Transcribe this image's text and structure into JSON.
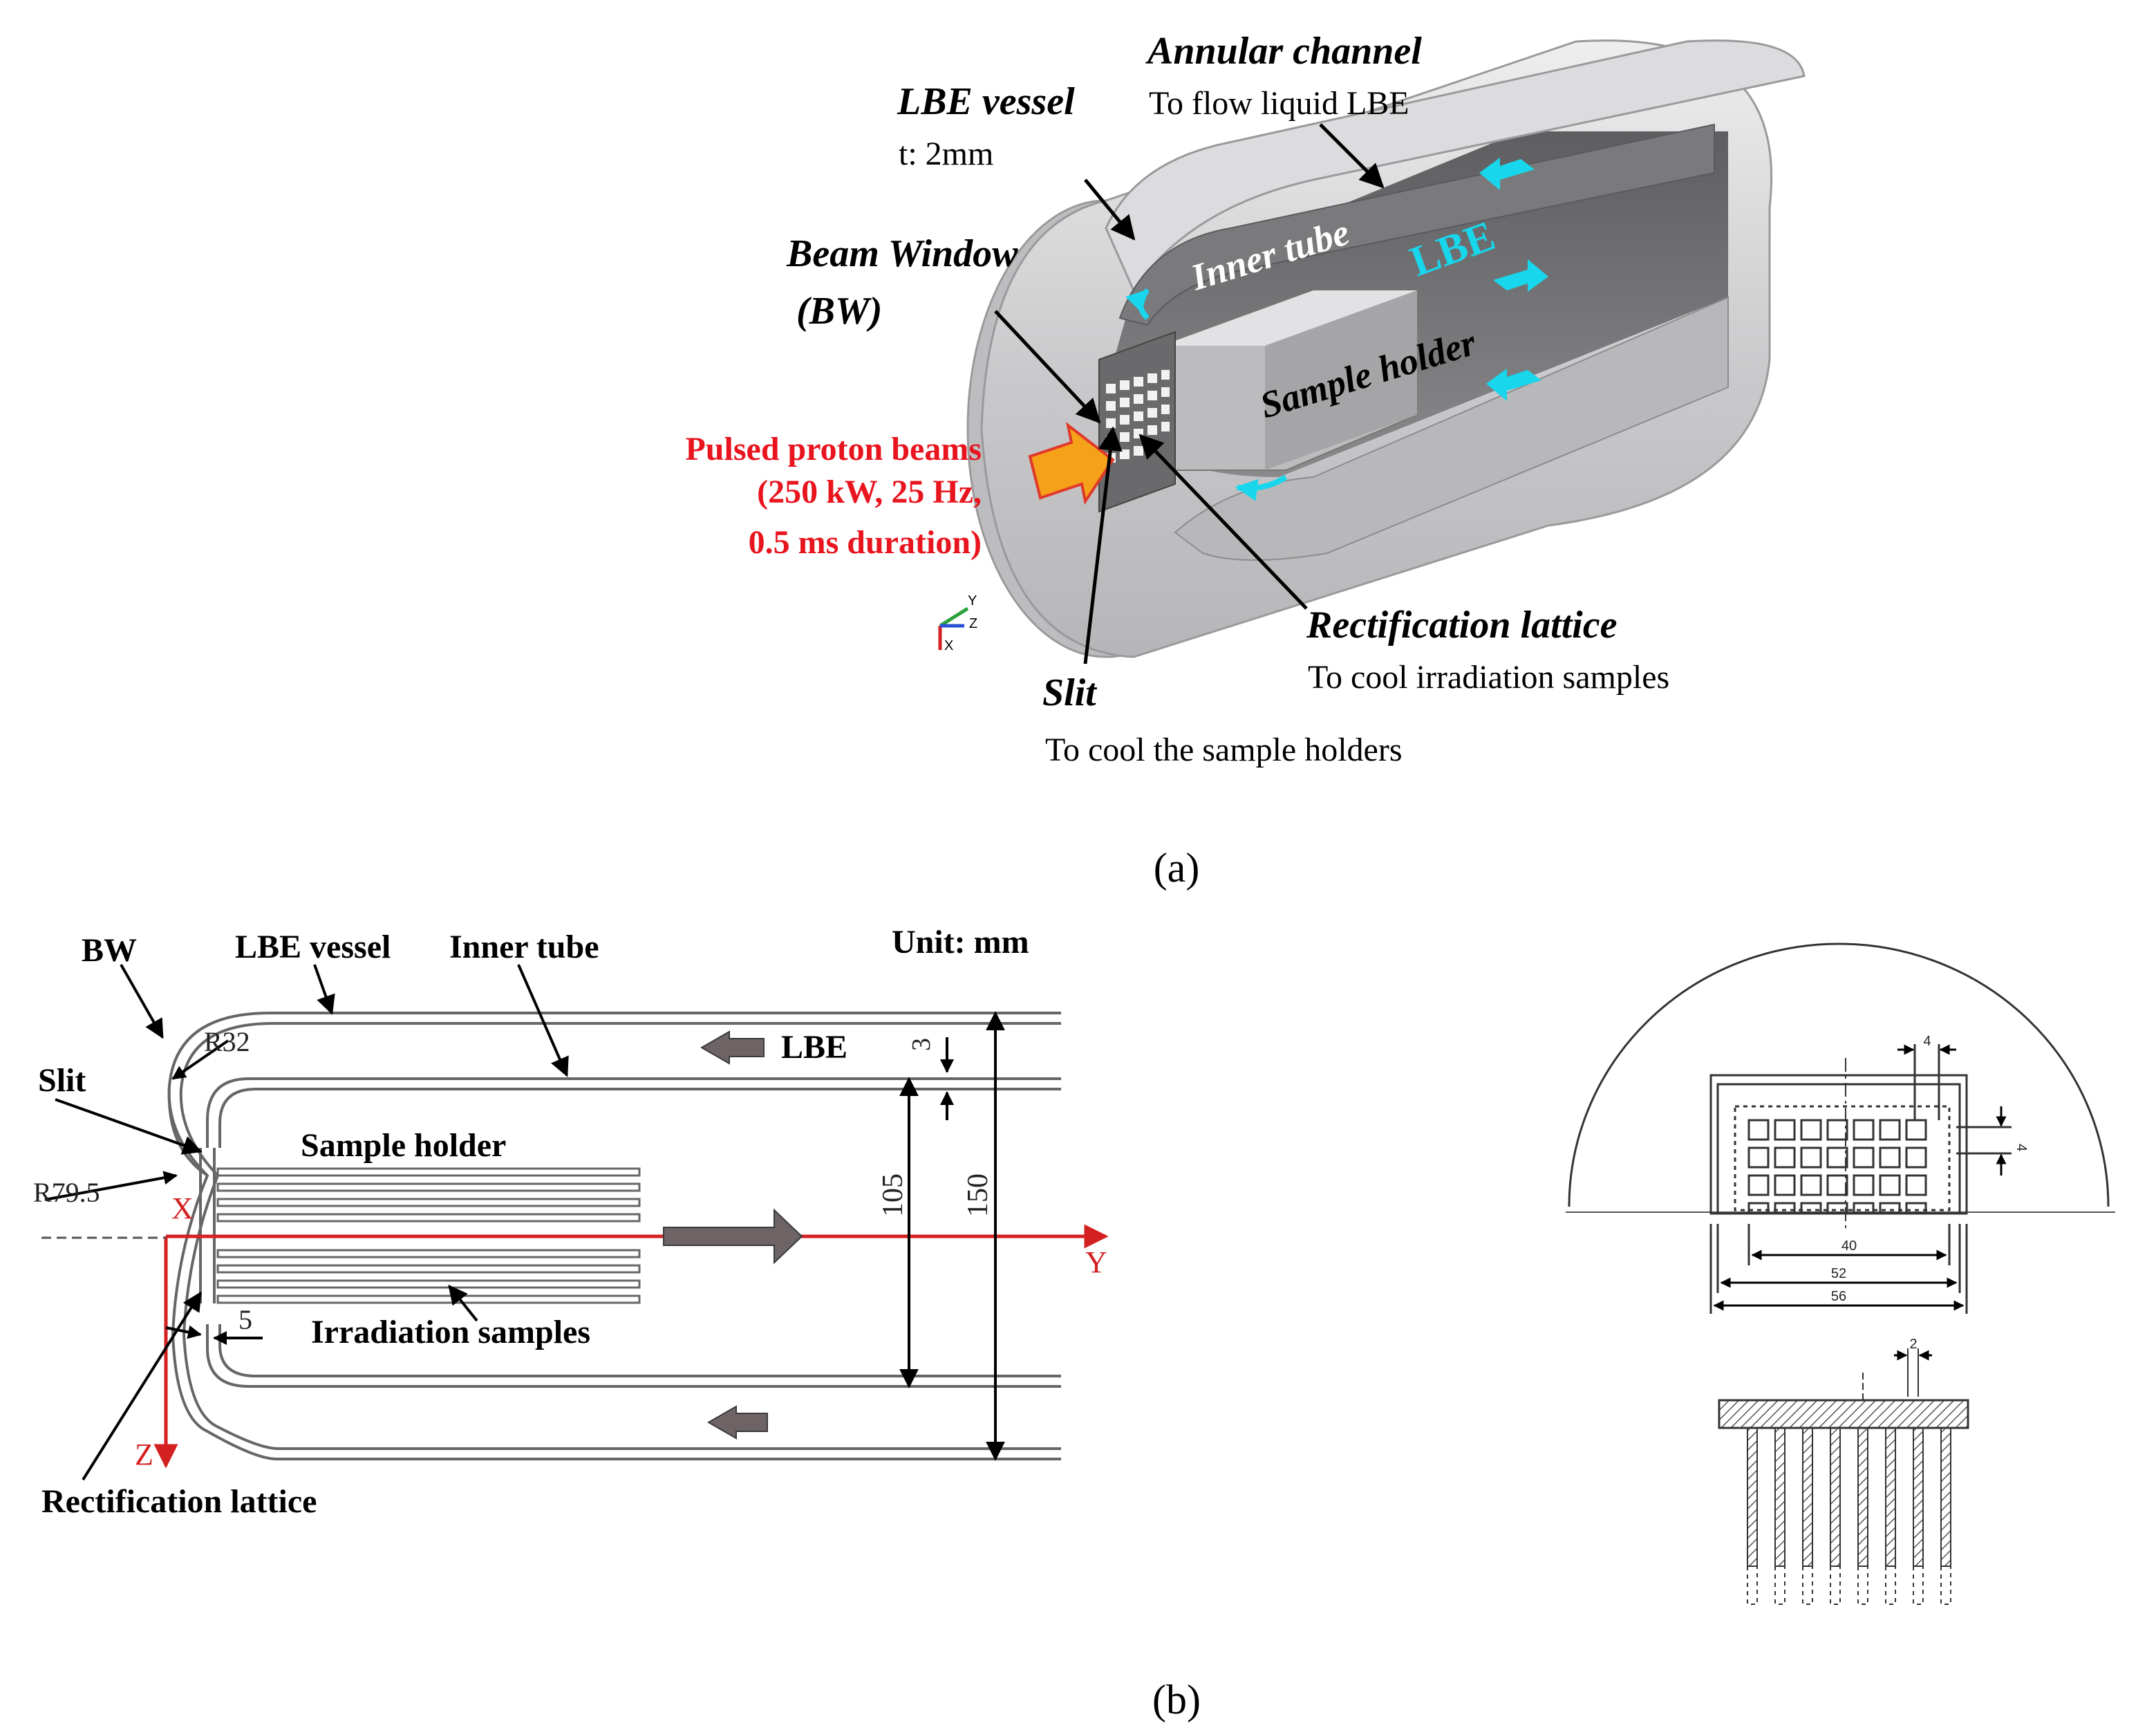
{
  "panel_a": {
    "caption": "(a)",
    "lbe_vessel": {
      "title": "LBE vessel",
      "note": "t: 2mm"
    },
    "annular_channel": {
      "title": "Annular channel",
      "note": "To flow liquid LBE"
    },
    "inner_tube": "Inner tube",
    "lbe_flow": "LBE",
    "beam_window": {
      "line1": "Beam Window",
      "line2": "(BW)"
    },
    "sample_holder": "Sample holder",
    "beam": {
      "line1": "Pulsed proton beams",
      "line2": "(250 kW, 25 Hz,",
      "line3": "0.5 ms duration)"
    },
    "rectification_lattice": {
      "title": "Rectification lattice",
      "note": "To cool irradiation samples"
    },
    "slit": {
      "title": "Slit",
      "note": "To cool the sample holders"
    },
    "axes": {
      "y": "Y",
      "z": "Z",
      "x": "X"
    },
    "colors": {
      "beam_text": "#e8141e",
      "lbe_arrow": "#18d6ec",
      "beam_arrow": "#f6a11a",
      "vessel": "#c8c8ca"
    }
  },
  "panel_b": {
    "caption": "(b)",
    "unit": "Unit: mm",
    "labels": {
      "bw": "BW",
      "lbe_vessel": "LBE vessel",
      "inner_tube": "Inner tube",
      "slit": "Slit",
      "sample_holder": "Sample holder",
      "irradiation_samples": "Irradiation samples",
      "rectification_lattice": "Rectification lattice",
      "lbe": "LBE"
    },
    "dims": {
      "r32": "R32",
      "r79_5": "R79.5",
      "d3": "3",
      "d105": "105",
      "d150": "150",
      "d5": "5"
    },
    "axes": {
      "x": "X",
      "y": "Y",
      "z": "Z"
    },
    "lattice_dims": {
      "w40": "40",
      "w52": "52",
      "w56": "56",
      "c4a": "4",
      "c4b": "4",
      "s2": "2"
    },
    "colors": {
      "axis": "#d42020",
      "arrow": "#6e6466"
    }
  }
}
